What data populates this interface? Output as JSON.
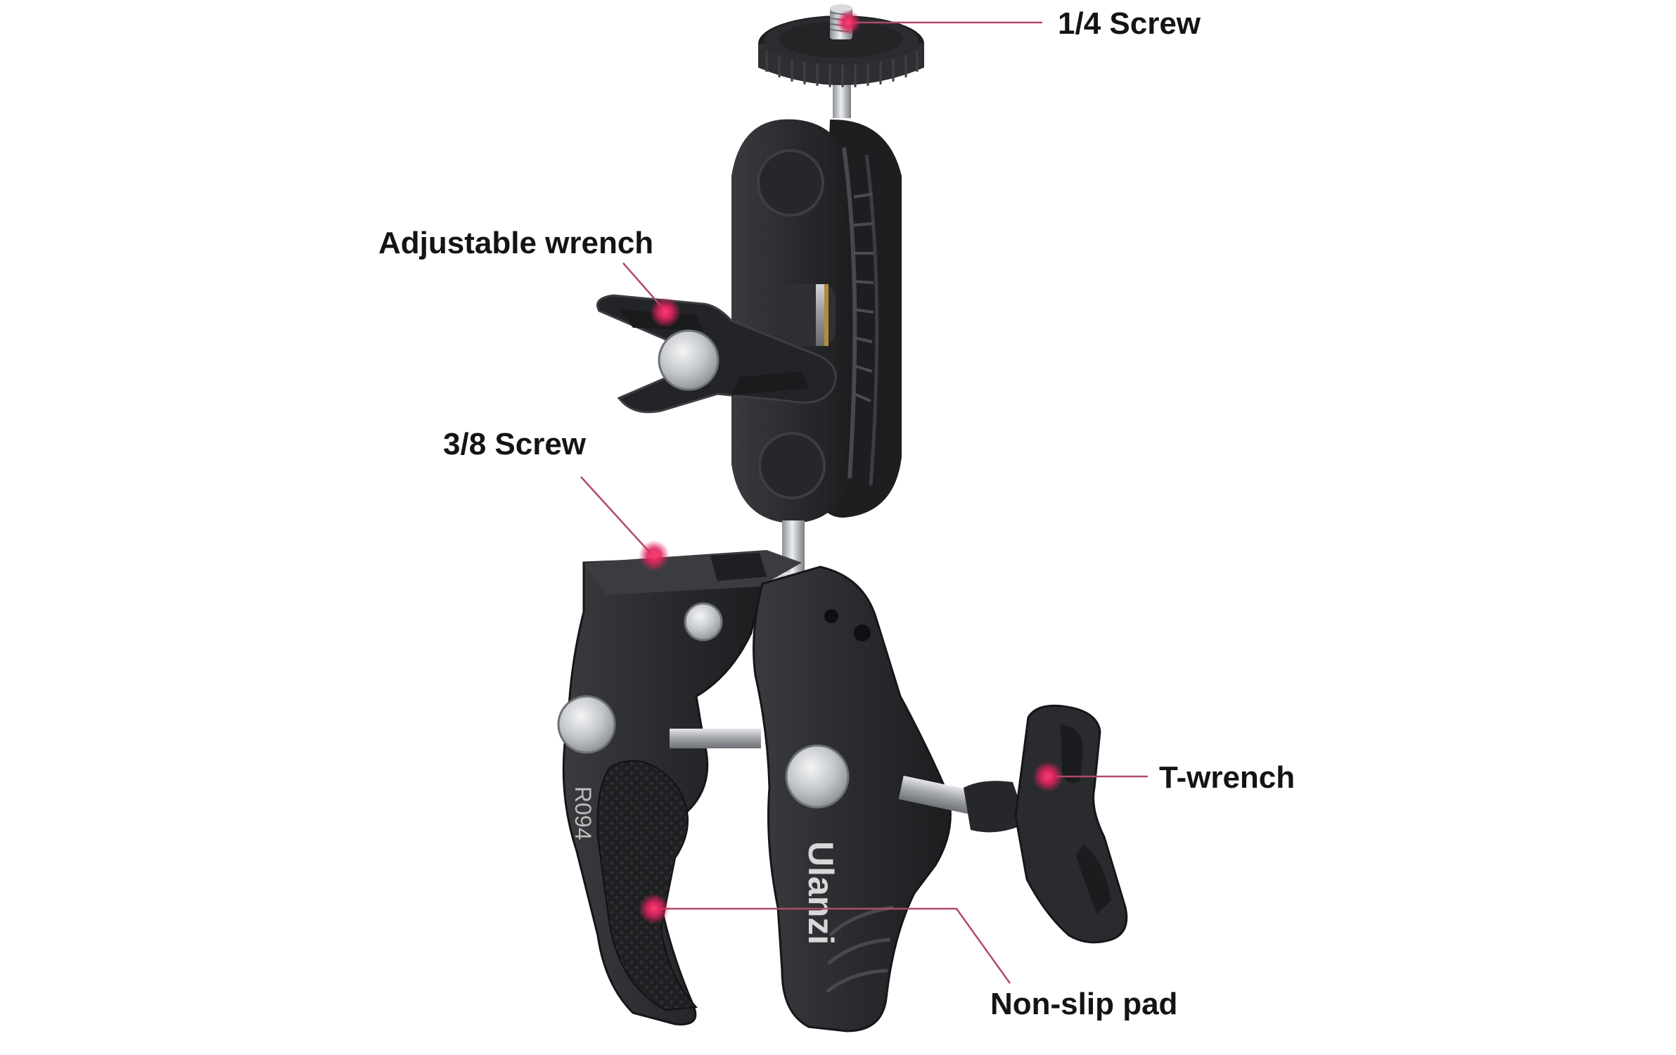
{
  "callouts": {
    "quarter_screw": "1/4 Screw",
    "adjustable_wrench": "Adjustable wrench",
    "three_eighths_screw": "3/8 Screw",
    "t_wrench": "T-wrench",
    "non_slip_pad": "Non-slip pad"
  },
  "product": {
    "brand": "Ulanzi",
    "model": "R094"
  },
  "colors": {
    "background": "#ffffff",
    "metal": "#2b2c2f",
    "metal_dark": "#1a1b1d",
    "metal_light": "#55575c",
    "steel": "#c7c9cc",
    "accent_dot": "#e0245e",
    "leader_line": "#b04a68",
    "brass": "#b48a3c"
  }
}
